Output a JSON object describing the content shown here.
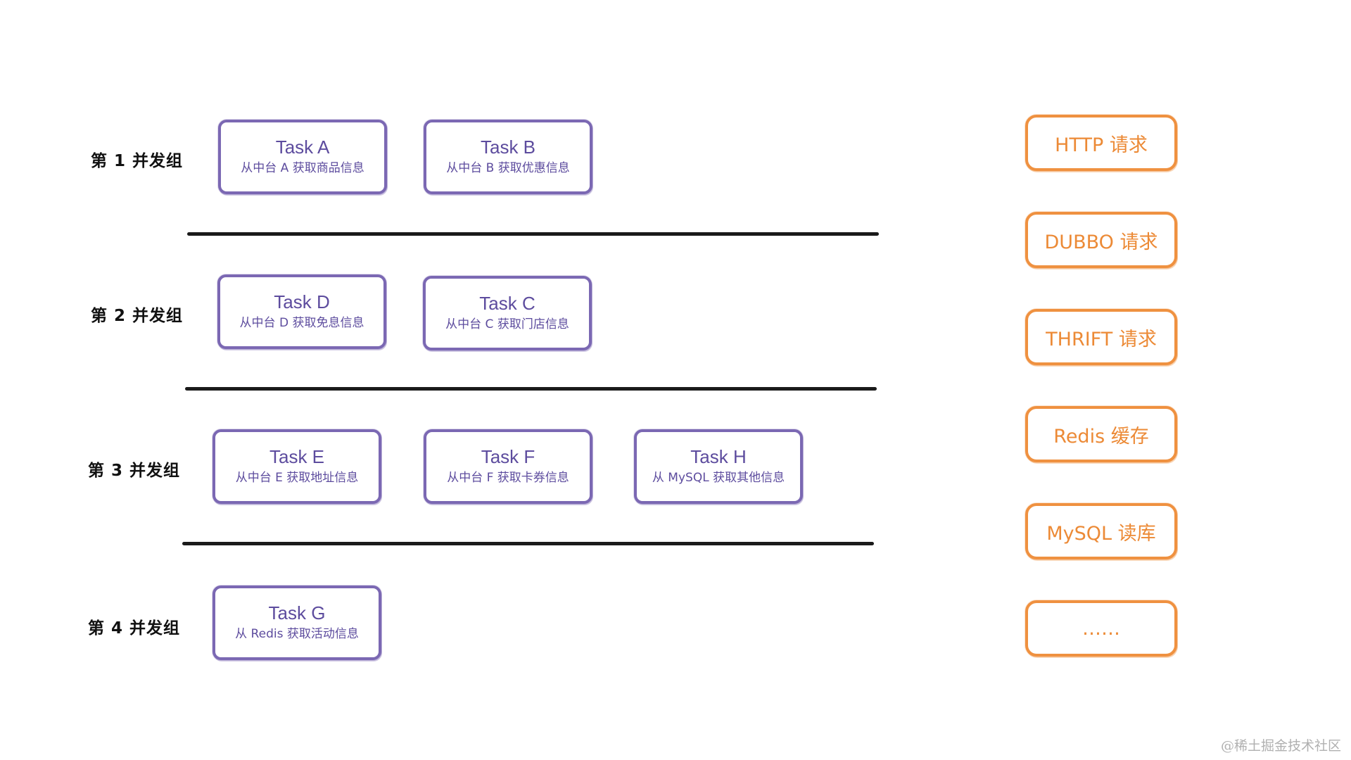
{
  "groups": [
    {
      "label": "第 1 并发组",
      "tasks": [
        {
          "title": "Task A",
          "desc": "从中台 A 获取商品信息"
        },
        {
          "title": "Task B",
          "desc": "从中台 B 获取优惠信息"
        }
      ]
    },
    {
      "label": "第 2 并发组",
      "tasks": [
        {
          "title": "Task D",
          "desc": "从中台 D 获取免息信息"
        },
        {
          "title": "Task C",
          "desc": "从中台 C 获取门店信息"
        }
      ]
    },
    {
      "label": "第 3 并发组",
      "tasks": [
        {
          "title": "Task E",
          "desc": "从中台 E 获取地址信息"
        },
        {
          "title": "Task F",
          "desc": "从中台 F 获取卡券信息"
        },
        {
          "title": "Task H",
          "desc": "从 MySQL 获取其他信息"
        }
      ]
    },
    {
      "label": "第 4 并发组",
      "tasks": [
        {
          "title": "Task G",
          "desc": "从 Redis 获取活动信息"
        }
      ]
    }
  ],
  "protocols": [
    "HTTP 请求",
    "DUBBO 请求",
    "THRIFT 请求",
    "Redis 缓存",
    "MySQL 读库",
    "……"
  ],
  "watermark": "@稀土掘金技术社区",
  "colors": {
    "task_border": "#7b68b3",
    "task_text": "#5d4c9e",
    "protocol_border": "#ef9140",
    "protocol_text": "#ec8a36",
    "divider": "#1a1a1a"
  }
}
